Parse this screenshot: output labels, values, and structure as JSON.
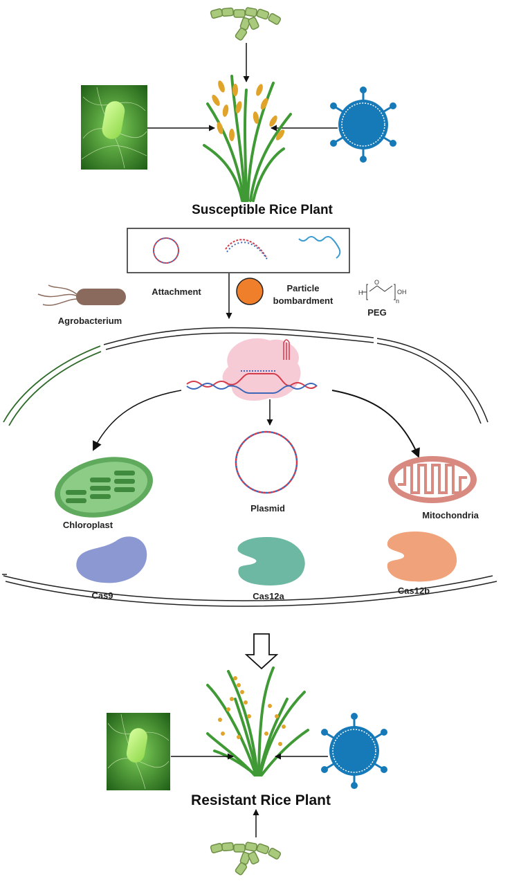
{
  "labels": {
    "susceptible": "Susceptible Rice Plant",
    "resistant": "Resistant Rice Plant",
    "attachment": "Attachment",
    "particle_1": "Particle",
    "particle_2": "bombardment",
    "agrobacterium": "Agrobacterium",
    "peg": "PEG",
    "chloroplast": "Chloroplast",
    "plasmid": "Plasmid",
    "mitochondria": "Mitochondria",
    "cas9": "Cas9",
    "cas12a": "Cas12a",
    "cas12b": "Cas12b",
    "peg_h": "H",
    "peg_o": "O",
    "peg_n": "n",
    "peg_oh": "OH"
  },
  "colors": {
    "bacteria_bg": "#3f8f2a",
    "virus": "#1679b8",
    "fungus": "#a9c97c",
    "rice_leaf": "#3f9a35",
    "rice_grain": "#e0a42b",
    "agrobacterium": "#8a6a5c",
    "particle": "#f07f2c",
    "chloroplast": "#5faa5c",
    "mitochondria": "#d98a80",
    "cas9": "#8b98d2",
    "cas12a": "#6db8a3",
    "cas12b": "#f0a27a",
    "nucleus_pink": "#f6cbd6",
    "dna_red": "#d43b4a",
    "dna_blue": "#3c67b8"
  },
  "icons": [
    "bacterium-icon",
    "virus-icon",
    "fungus-icon",
    "rice-plant-icon",
    "agrobacterium-icon",
    "particle-icon",
    "peg-icon",
    "chloroplast-icon",
    "plasmid-icon",
    "mitochondria-icon",
    "cas-protein-icon",
    "crispr-complex-icon"
  ]
}
